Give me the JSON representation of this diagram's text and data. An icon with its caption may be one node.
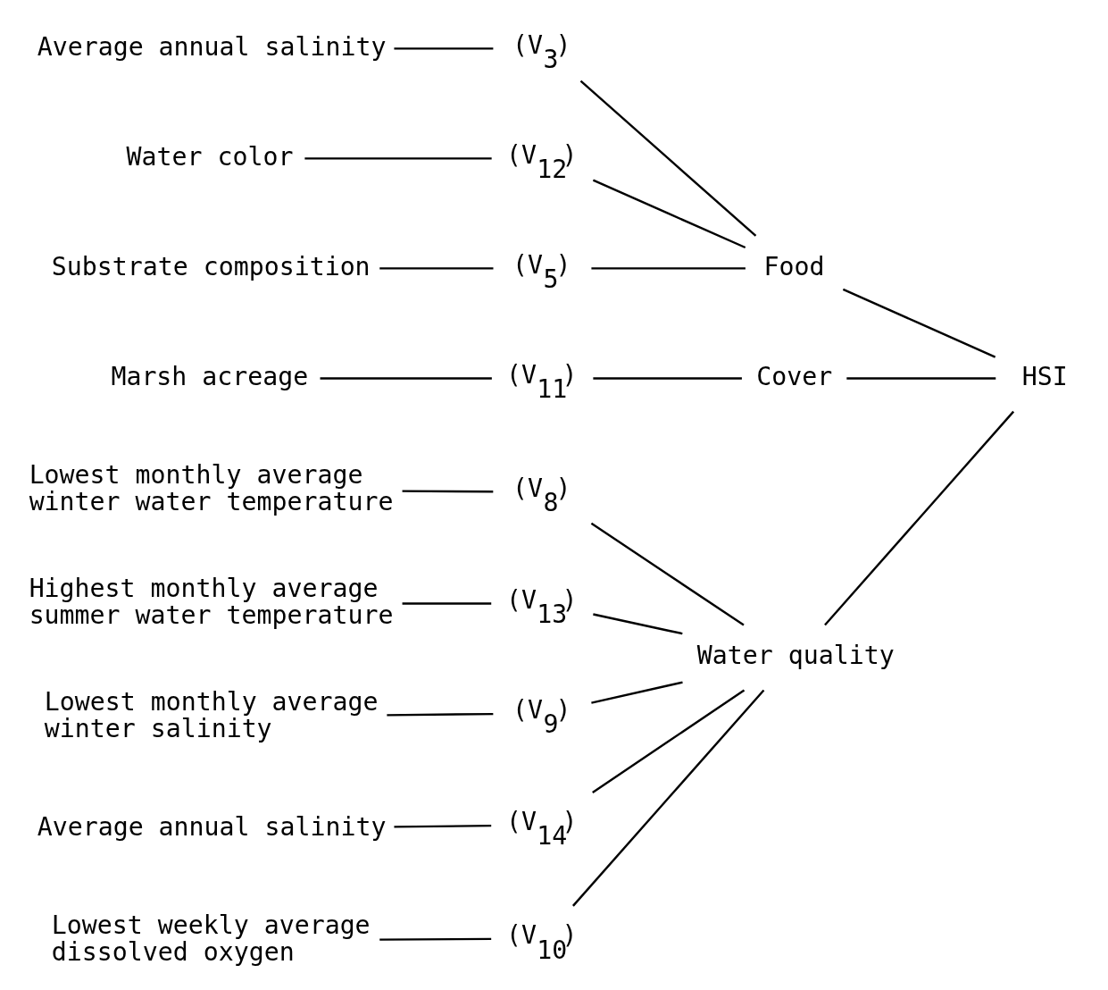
{
  "diagram": {
    "nodes": [
      {
        "text": [
          "Lowest monthly average winter water temperature"
        ]
      },
      {
        "text": [
          "(V$_{8}$)"
        ]
      },
      {
        "text": [
          "Highest monthly average summer water temperature"
        ]
      },
      {
        "text": [
          "(V$_{13}$)"
        ]
      },
      {
        "text": [
          "Lowest monthly average winter salinity"
        ]
      },
      {
        "text": [
          "(V$_{9}$)"
        ]
      },
      {
        "text": [
          "Average annual salinity"
        ]
      },
      {
        "text": [
          "(V$_{14}$)"
        ]
      },
      {
        "text": [
          "Lowest weekly average dissolved oxygen"
        ]
      },
      {
        "text": [
          "(V$_{10}$)"
        ]
      },
      {
        "text": [
          "Water quality"
        ]
      },
      {
        "text": [
          "HSI"
        ]
      },
      {
        "text": [
          "Average annual salinity"
        ]
      },
      {
        "text": [
          "(V$_{3}$)"
        ]
      },
      {
        "text": [
          "Water color"
        ]
      },
      {
        "text": [
          "(V$_{12}$)"
        ]
      },
      {
        "text": [
          "Food"
        ]
      },
      {
        "text": [
          "Substrate composition"
        ]
      },
      {
        "text": [
          "(V$_{5}$)"
        ]
      },
      {
        "text": [
          "Marsh acreage"
        ]
      },
      {
        "text": [
          "(V$_{11}$)"
        ]
      },
      {
        "text": [
          "Cover"
        ]
      }
    ],
    "edges": [
      {
        "from": 0,
        "to": 1,
        "arrow": "none"
      },
      {
        "from": 2,
        "to": 3,
        "arrow": "none"
      },
      {
        "from": 4,
        "to": 5,
        "arrow": "none"
      },
      {
        "from": 6,
        "to": 7,
        "arrow": "none"
      },
      {
        "from": 8,
        "to": 9,
        "arrow": "none"
      },
      {
        "from": 1,
        "to": 10,
        "arrow": "none"
      },
      {
        "from": 3,
        "to": 10,
        "arrow": "none"
      },
      {
        "from": 5,
        "to": 10,
        "arrow": "none"
      },
      {
        "from": 7,
        "to": 10,
        "arrow": "none"
      },
      {
        "from": 9,
        "to": 10,
        "arrow": "none"
      },
      {
        "from": 10,
        "to": 11,
        "arrow": "none"
      },
      {
        "from": 12,
        "to": 13,
        "arrow": "none"
      },
      {
        "from": 14,
        "to": 15,
        "arrow": "none"
      },
      {
        "from": 17,
        "to": 18,
        "arrow": "none"
      },
      {
        "from": 13,
        "to": 16,
        "arrow": "none"
      },
      {
        "from": 15,
        "to": 16,
        "arrow": "none"
      },
      {
        "from": 18,
        "to": 16,
        "arrow": "none"
      },
      {
        "from": 16,
        "to": 11,
        "arrow": "none"
      },
      {
        "from": 19,
        "to": 20,
        "arrow": "none"
      },
      {
        "from": 20,
        "to": 21,
        "arrow": "none"
      },
      {
        "from": 21,
        "to": 11,
        "arrow": "none"
      }
    ]
  }
}
